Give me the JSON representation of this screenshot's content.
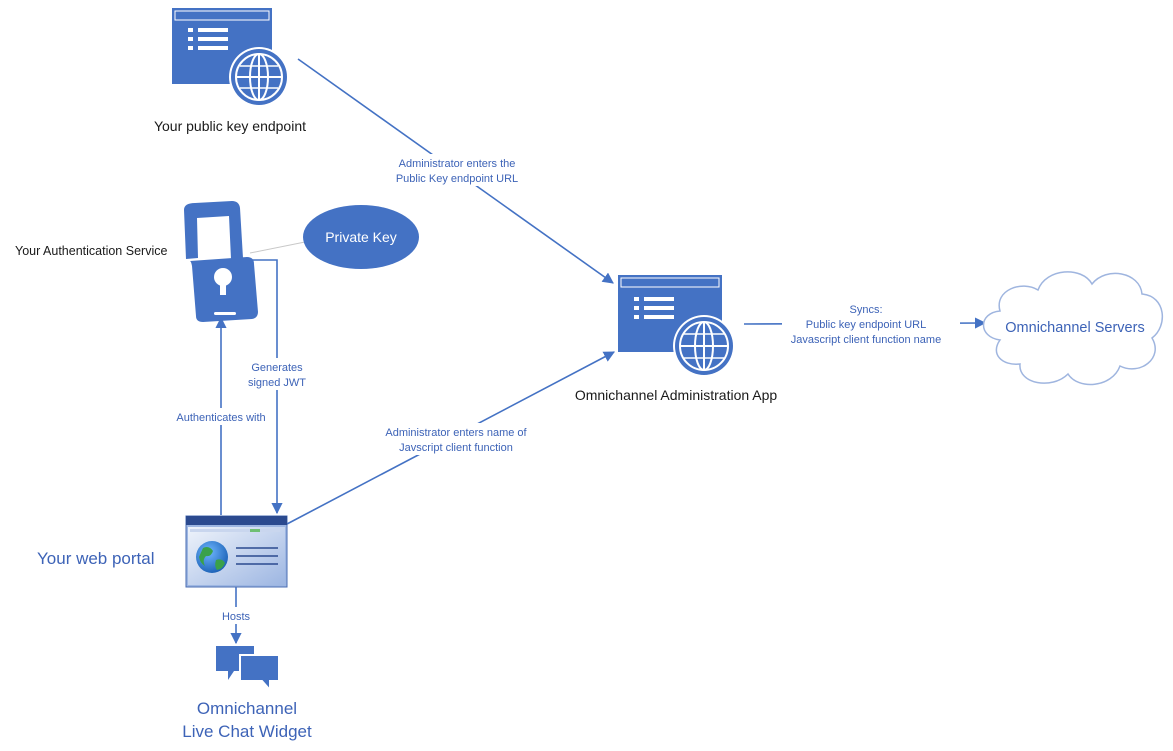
{
  "nodes": {
    "public_key_endpoint": {
      "label": "Your public key endpoint"
    },
    "auth_service": {
      "label": "Your Authentication Service"
    },
    "private_key": {
      "label": "Private Key"
    },
    "admin_app": {
      "label": "Omnichannel Administration App"
    },
    "servers": {
      "label": "Omnichannel Servers"
    },
    "web_portal": {
      "label": "Your web portal"
    },
    "chat_widget": {
      "label_line1": "Omnichannel",
      "label_line2": "Live Chat Widget"
    }
  },
  "edges": {
    "endpoint_to_admin": {
      "line1": "Administrator enters the",
      "line2": "Public Key endpoint URL"
    },
    "portal_to_admin": {
      "line1": "Administrator enters name of",
      "line2": "Javscript client function"
    },
    "admin_to_servers": {
      "line1": "Syncs:",
      "line2": "Public key endpoint URL",
      "line3": "Javascript client function name"
    },
    "auth_generates": {
      "line1": "Generates",
      "line2": "signed JWT"
    },
    "authenticates_with": {
      "label": "Authenticates with"
    },
    "hosts": {
      "label": "Hosts"
    }
  },
  "colors": {
    "accent": "#4472c4",
    "label_text": "#3d63b7",
    "dark_text": "#1a1a1a"
  },
  "icons": [
    "web-app-window-icon",
    "globe-icon",
    "phone-lock-icon",
    "cloud-icon",
    "browser-page-icon",
    "chat-bubbles-icon"
  ]
}
